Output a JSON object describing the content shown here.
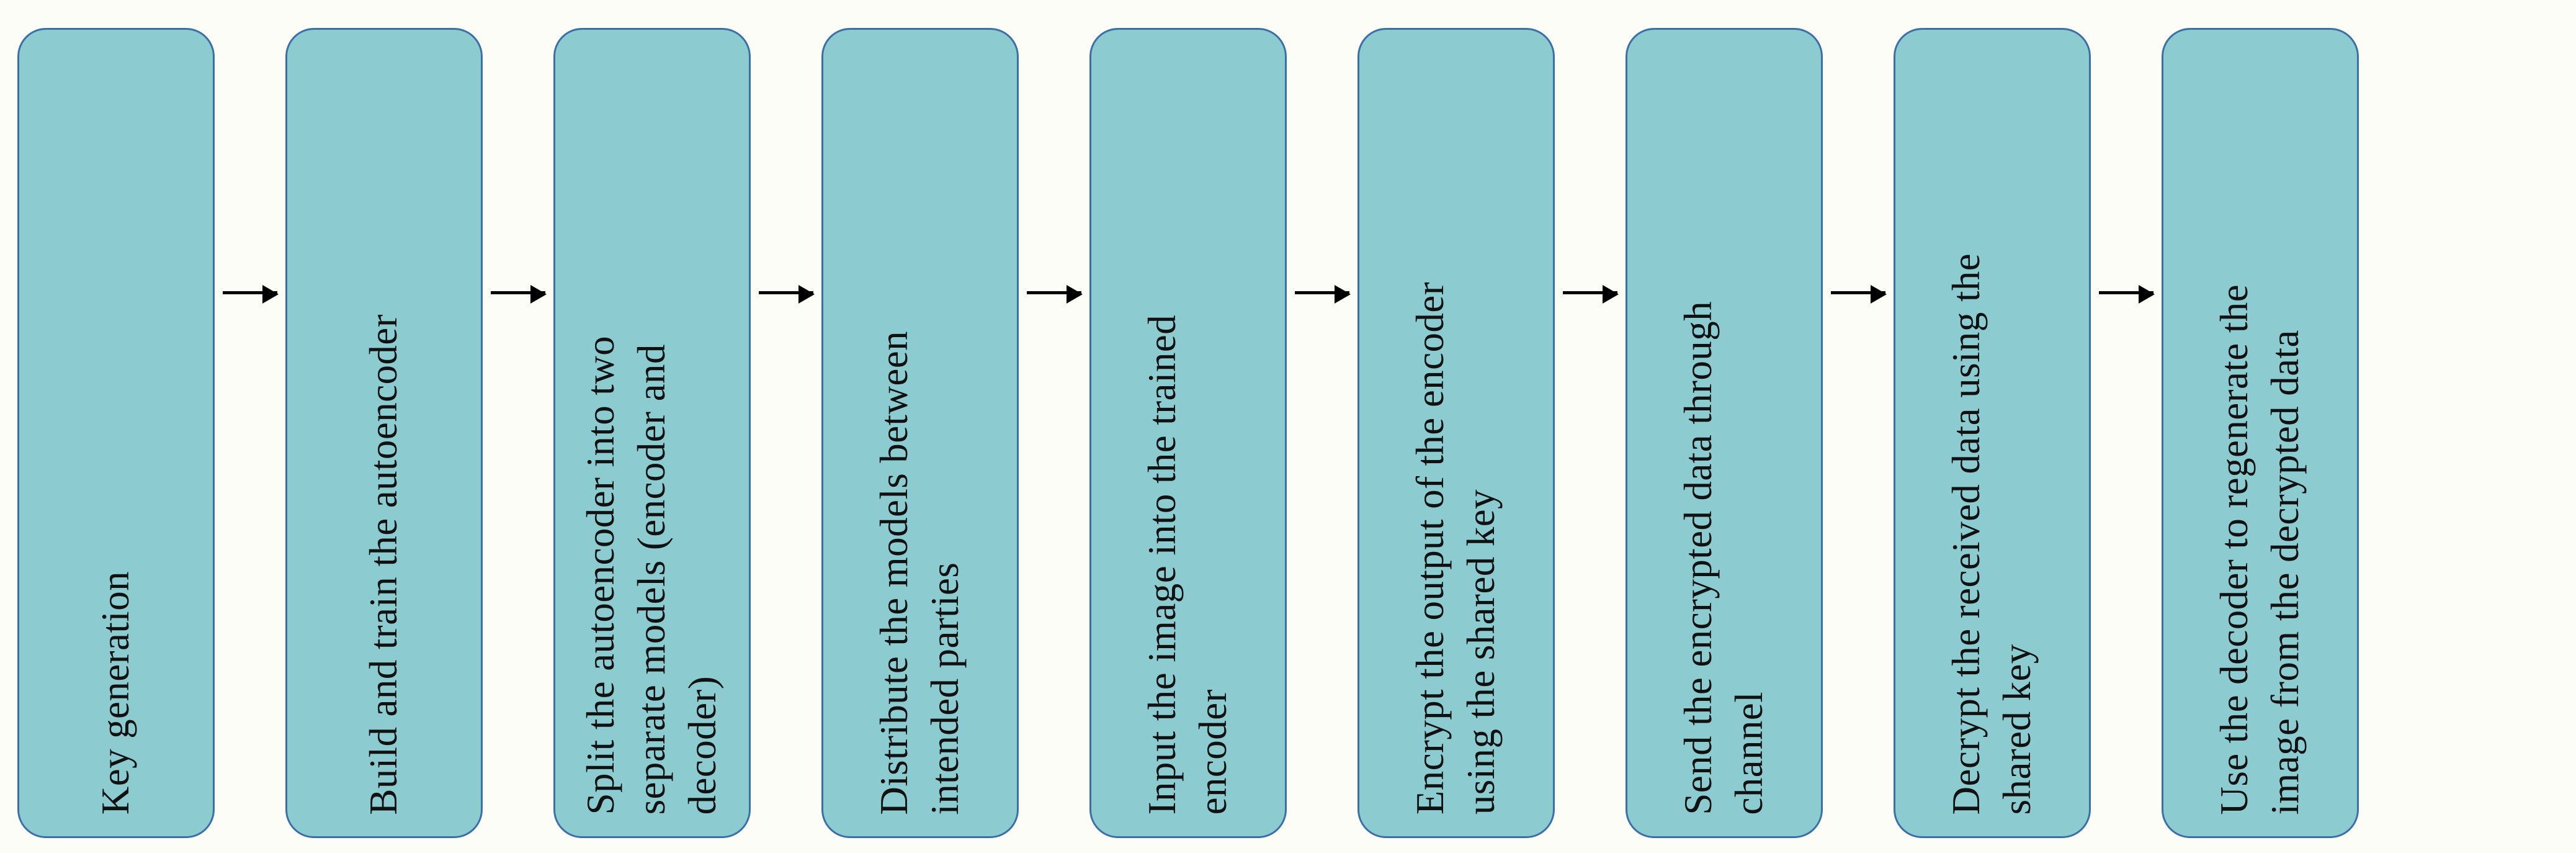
{
  "diagram": {
    "title": "Autoencoder-based image encryption workflow",
    "type": "horizontal-flowchart",
    "orientation": "left-to-right",
    "background_color": "#fdfdf7",
    "node_fill_color": "#8ccbd0",
    "node_border_color": "#3b6fa8",
    "text_color": "#111111",
    "arrow_color": "#000000",
    "text_orientation": "vertical-bottom-to-top",
    "node_count": 9,
    "connector_count": 8,
    "nodes": [
      {
        "id": "step-1",
        "label": "Key generation"
      },
      {
        "id": "step-2",
        "label": "Build and train the autoencoder"
      },
      {
        "id": "step-3",
        "label": "Split the autoencoder into two\nseparate models (encoder and\ndecoder)"
      },
      {
        "id": "step-4",
        "label": "Distribute the models between\nintended parties"
      },
      {
        "id": "step-5",
        "label": "Input the image into the trained\nencoder"
      },
      {
        "id": "step-6",
        "label": "Encrypt the output of the encoder\nusing the shared key"
      },
      {
        "id": "step-7",
        "label": "Send the encrypted data through\nchannel"
      },
      {
        "id": "step-8",
        "label": "Decrypt the received data using the\nshared key"
      },
      {
        "id": "step-9",
        "label": "Use the decoder to regenerate the\nimage from the decrypted data"
      }
    ],
    "connectors": [
      {
        "id": "arrow-1",
        "from": "step-1",
        "to": "step-2",
        "glyph": "arrow-right-icon"
      },
      {
        "id": "arrow-2",
        "from": "step-2",
        "to": "step-3",
        "glyph": "arrow-right-icon"
      },
      {
        "id": "arrow-3",
        "from": "step-3",
        "to": "step-4",
        "glyph": "arrow-right-icon"
      },
      {
        "id": "arrow-4",
        "from": "step-4",
        "to": "step-5",
        "glyph": "arrow-right-icon"
      },
      {
        "id": "arrow-5",
        "from": "step-5",
        "to": "step-6",
        "glyph": "arrow-right-icon"
      },
      {
        "id": "arrow-6",
        "from": "step-6",
        "to": "step-7",
        "glyph": "arrow-right-icon"
      },
      {
        "id": "arrow-7",
        "from": "step-7",
        "to": "step-8",
        "glyph": "arrow-right-icon"
      },
      {
        "id": "arrow-8",
        "from": "step-8",
        "to": "step-9",
        "glyph": "arrow-right-icon"
      }
    ]
  }
}
